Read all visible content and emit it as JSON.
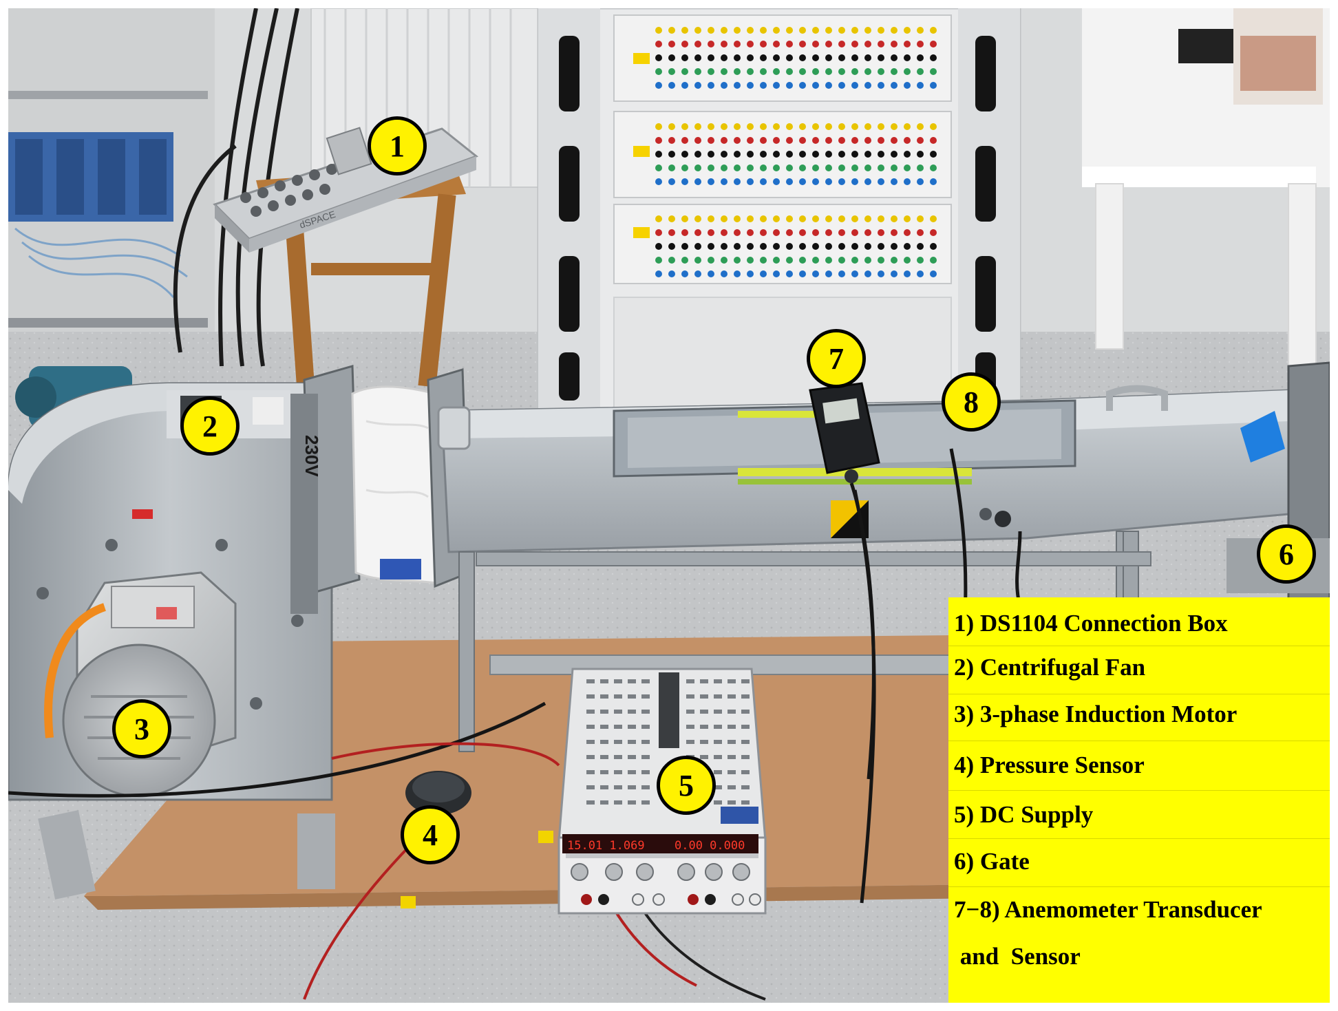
{
  "callouts": [
    {
      "id": "1",
      "label": "1"
    },
    {
      "id": "2",
      "label": "2"
    },
    {
      "id": "3",
      "label": "3"
    },
    {
      "id": "4",
      "label": "4"
    },
    {
      "id": "5",
      "label": "5"
    },
    {
      "id": "6",
      "label": "6"
    },
    {
      "id": "7",
      "label": "7"
    },
    {
      "id": "8",
      "label": "8"
    }
  ],
  "legend": {
    "items": [
      "1) DS1104 Connection Box",
      "2) Centrifugal Fan",
      "3) 3-phase Induction Motor",
      "4) Pressure Sensor",
      "5) DC Supply",
      "6) Gate",
      "7−8) Anemometer Transducer",
      " and  Sensor"
    ]
  },
  "device_text": {
    "dspace_box": "dSPACE",
    "fan_sticker": "230V",
    "psu_left_display": "15.01  1.069",
    "psu_right_display": "0.00  0.000"
  },
  "colors": {
    "callout_fill": "#fff200",
    "legend_fill": "#ffff00",
    "floor": "#c3c5c7",
    "plywood": "#c49167",
    "duct": "#b6bcc1"
  }
}
